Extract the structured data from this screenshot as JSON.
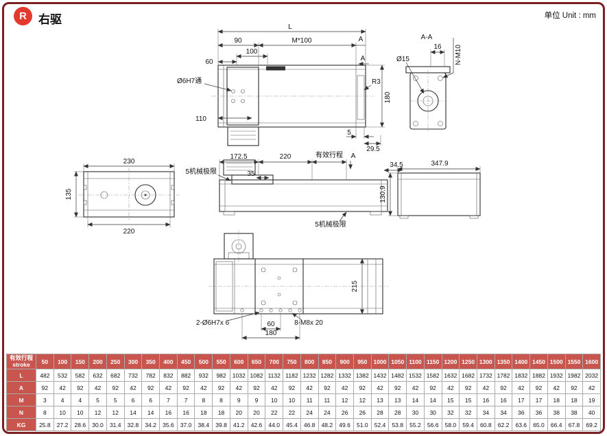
{
  "page": {
    "badge": "R",
    "title": "右驱",
    "unit_label": "单位 Unit : mm"
  },
  "labels": {
    "L": "L",
    "n90": "90",
    "m100": "M*100",
    "A1": "A",
    "A2": "A",
    "A3": "A",
    "n60": "60",
    "n100": "100",
    "hole_top": "Ø6H7通",
    "n110": "110",
    "r3": "R3",
    "n180": "180",
    "n5": "5",
    "n29_5": "29.5",
    "n172_5": "172.5",
    "n220": "220",
    "stroke_label": "有效行程",
    "n34_5": "34.5",
    "mech_limit_top": "5机械极限",
    "n35": "35",
    "mech_limit_bottom": "5机械极限",
    "n230": "230",
    "n135": "135",
    "n220_2": "220",
    "aa_title": "A-A",
    "dia15": "Ø15",
    "n16": "16",
    "nm10": "N-M10",
    "n347_9": "347.9",
    "n130_9": "130.9",
    "n215": "215",
    "hole_bottom": "2-Ø6H7x 6",
    "n60_2": "60",
    "n180_2": "180",
    "m8": "8-M8x 20"
  },
  "table": {
    "corner_line1": "有效行程",
    "corner_line2": "stroke",
    "strokes": [
      "50",
      "100",
      "150",
      "200",
      "250",
      "300",
      "350",
      "400",
      "450",
      "500",
      "550",
      "600",
      "650",
      "700",
      "750",
      "800",
      "850",
      "900",
      "950",
      "1000",
      "1050",
      "1100",
      "1150",
      "1200",
      "1250",
      "1300",
      "1350",
      "1400",
      "1450",
      "1500",
      "1550",
      "1600"
    ],
    "rows": [
      {
        "label": "L",
        "values": [
          "482",
          "532",
          "582",
          "632",
          "682",
          "732",
          "782",
          "832",
          "882",
          "932",
          "982",
          "1032",
          "1082",
          "1132",
          "1182",
          "1232",
          "1282",
          "1332",
          "1382",
          "1432",
          "1482",
          "1532",
          "1582",
          "1632",
          "1682",
          "1732",
          "1782",
          "1832",
          "1882",
          "1932",
          "1982",
          "2032"
        ]
      },
      {
        "label": "A",
        "values": [
          "92",
          "42",
          "92",
          "42",
          "92",
          "42",
          "92",
          "42",
          "92",
          "42",
          "92",
          "42",
          "92",
          "42",
          "92",
          "42",
          "92",
          "42",
          "92",
          "42",
          "92",
          "42",
          "92",
          "42",
          "92",
          "42",
          "92",
          "42",
          "92",
          "42",
          "92",
          "42"
        ]
      },
      {
        "label": "M",
        "values": [
          "3",
          "4",
          "4",
          "5",
          "5",
          "6",
          "6",
          "7",
          "7",
          "8",
          "8",
          "9",
          "9",
          "10",
          "10",
          "11",
          "11",
          "12",
          "12",
          "13",
          "13",
          "14",
          "14",
          "15",
          "15",
          "16",
          "16",
          "17",
          "17",
          "18",
          "18",
          "19"
        ]
      },
      {
        "label": "N",
        "values": [
          "8",
          "10",
          "10",
          "12",
          "12",
          "14",
          "14",
          "16",
          "16",
          "18",
          "18",
          "20",
          "20",
          "22",
          "22",
          "24",
          "24",
          "26",
          "26",
          "28",
          "28",
          "30",
          "30",
          "32",
          "32",
          "34",
          "34",
          "36",
          "36",
          "38",
          "38",
          "40"
        ]
      },
      {
        "label": "KG",
        "values": [
          "25.8",
          "27.2",
          "28.6",
          "30.0",
          "31.4",
          "32.8",
          "34.2",
          "35.6",
          "37.0",
          "38.4",
          "39.8",
          "41.2",
          "42.6",
          "44.0",
          "45.4",
          "46.8",
          "48.2",
          "49.6",
          "51.0",
          "52.4",
          "53.8",
          "55.2",
          "56.6",
          "58.0",
          "59.4",
          "60.8",
          "62.2",
          "63.6",
          "65.0",
          "66.4",
          "67.8",
          "69.2"
        ]
      }
    ]
  }
}
